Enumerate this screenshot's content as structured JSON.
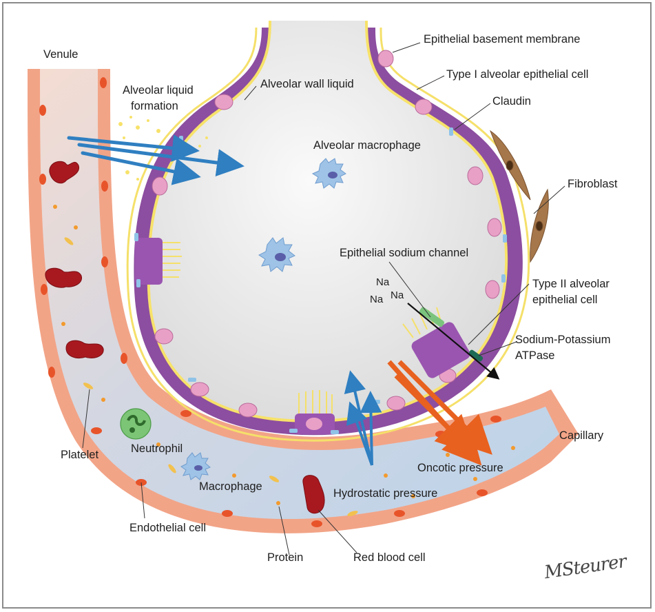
{
  "labels": {
    "venule": "Venule",
    "alveolar_liquid_formation_1": "Alveolar liquid",
    "alveolar_liquid_formation_2": "formation",
    "alveolar_wall_liquid": "Alveolar wall liquid",
    "epithelial_basement_membrane": "Epithelial basement membrane",
    "type1_cell": "Type I alveolar epithelial cell",
    "claudin": "Claudin",
    "alveolar_macrophage": "Alveolar macrophage",
    "fibroblast": "Fibroblast",
    "epithelial_sodium_channel": "Epithelial sodium channel",
    "na_1": "Na",
    "na_2": "Na",
    "na_3": "Na",
    "type2_cell_1": "Type II alveolar",
    "type2_cell_2": "epithelial cell",
    "na_k_atpase_1": "Sodium-Potassium",
    "na_k_atpase_2": "ATPase",
    "capillary": "Capillary",
    "oncotic_pressure": "Oncotic pressure",
    "hydrostatic_pressure": "Hydrostatic pressure",
    "platelet": "Platelet",
    "neutrophil": "Neutrophil",
    "macrophage": "Macrophage",
    "endothelial_cell": "Endothelial cell",
    "protein": "Protein",
    "red_blood_cell": "Red blood cell"
  },
  "signature": "MSteurer",
  "colors": {
    "vessel_wall": "#f2a487",
    "vessel_lumen": "#c9d9ea",
    "epithelium": "#8c4ea0",
    "basement_membrane": "#f5e06a",
    "alveolar_space": "#ececec",
    "nucleus": "#e9a0c6",
    "rbc": "#a8191f",
    "macrophage": "#9ec3e6",
    "neutrophil": "#7cc576",
    "fibroblast": "#a6774a",
    "blue_arrow": "#2f7fc1",
    "orange_arrow": "#e8611f"
  }
}
